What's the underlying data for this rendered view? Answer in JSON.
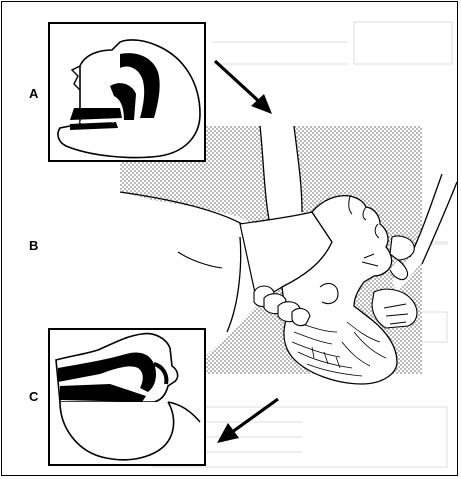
{
  "labels": {
    "a": "A",
    "b": "B",
    "c": "C"
  },
  "colors": {
    "ink": "#000000",
    "stipple": "#bdbdbd",
    "paper": "#ffffff",
    "faded_text": "#dcdcdc"
  },
  "icons": {
    "arrow_top": "arrow-down-right-icon",
    "arrow_bottom": "arrow-down-left-icon"
  }
}
